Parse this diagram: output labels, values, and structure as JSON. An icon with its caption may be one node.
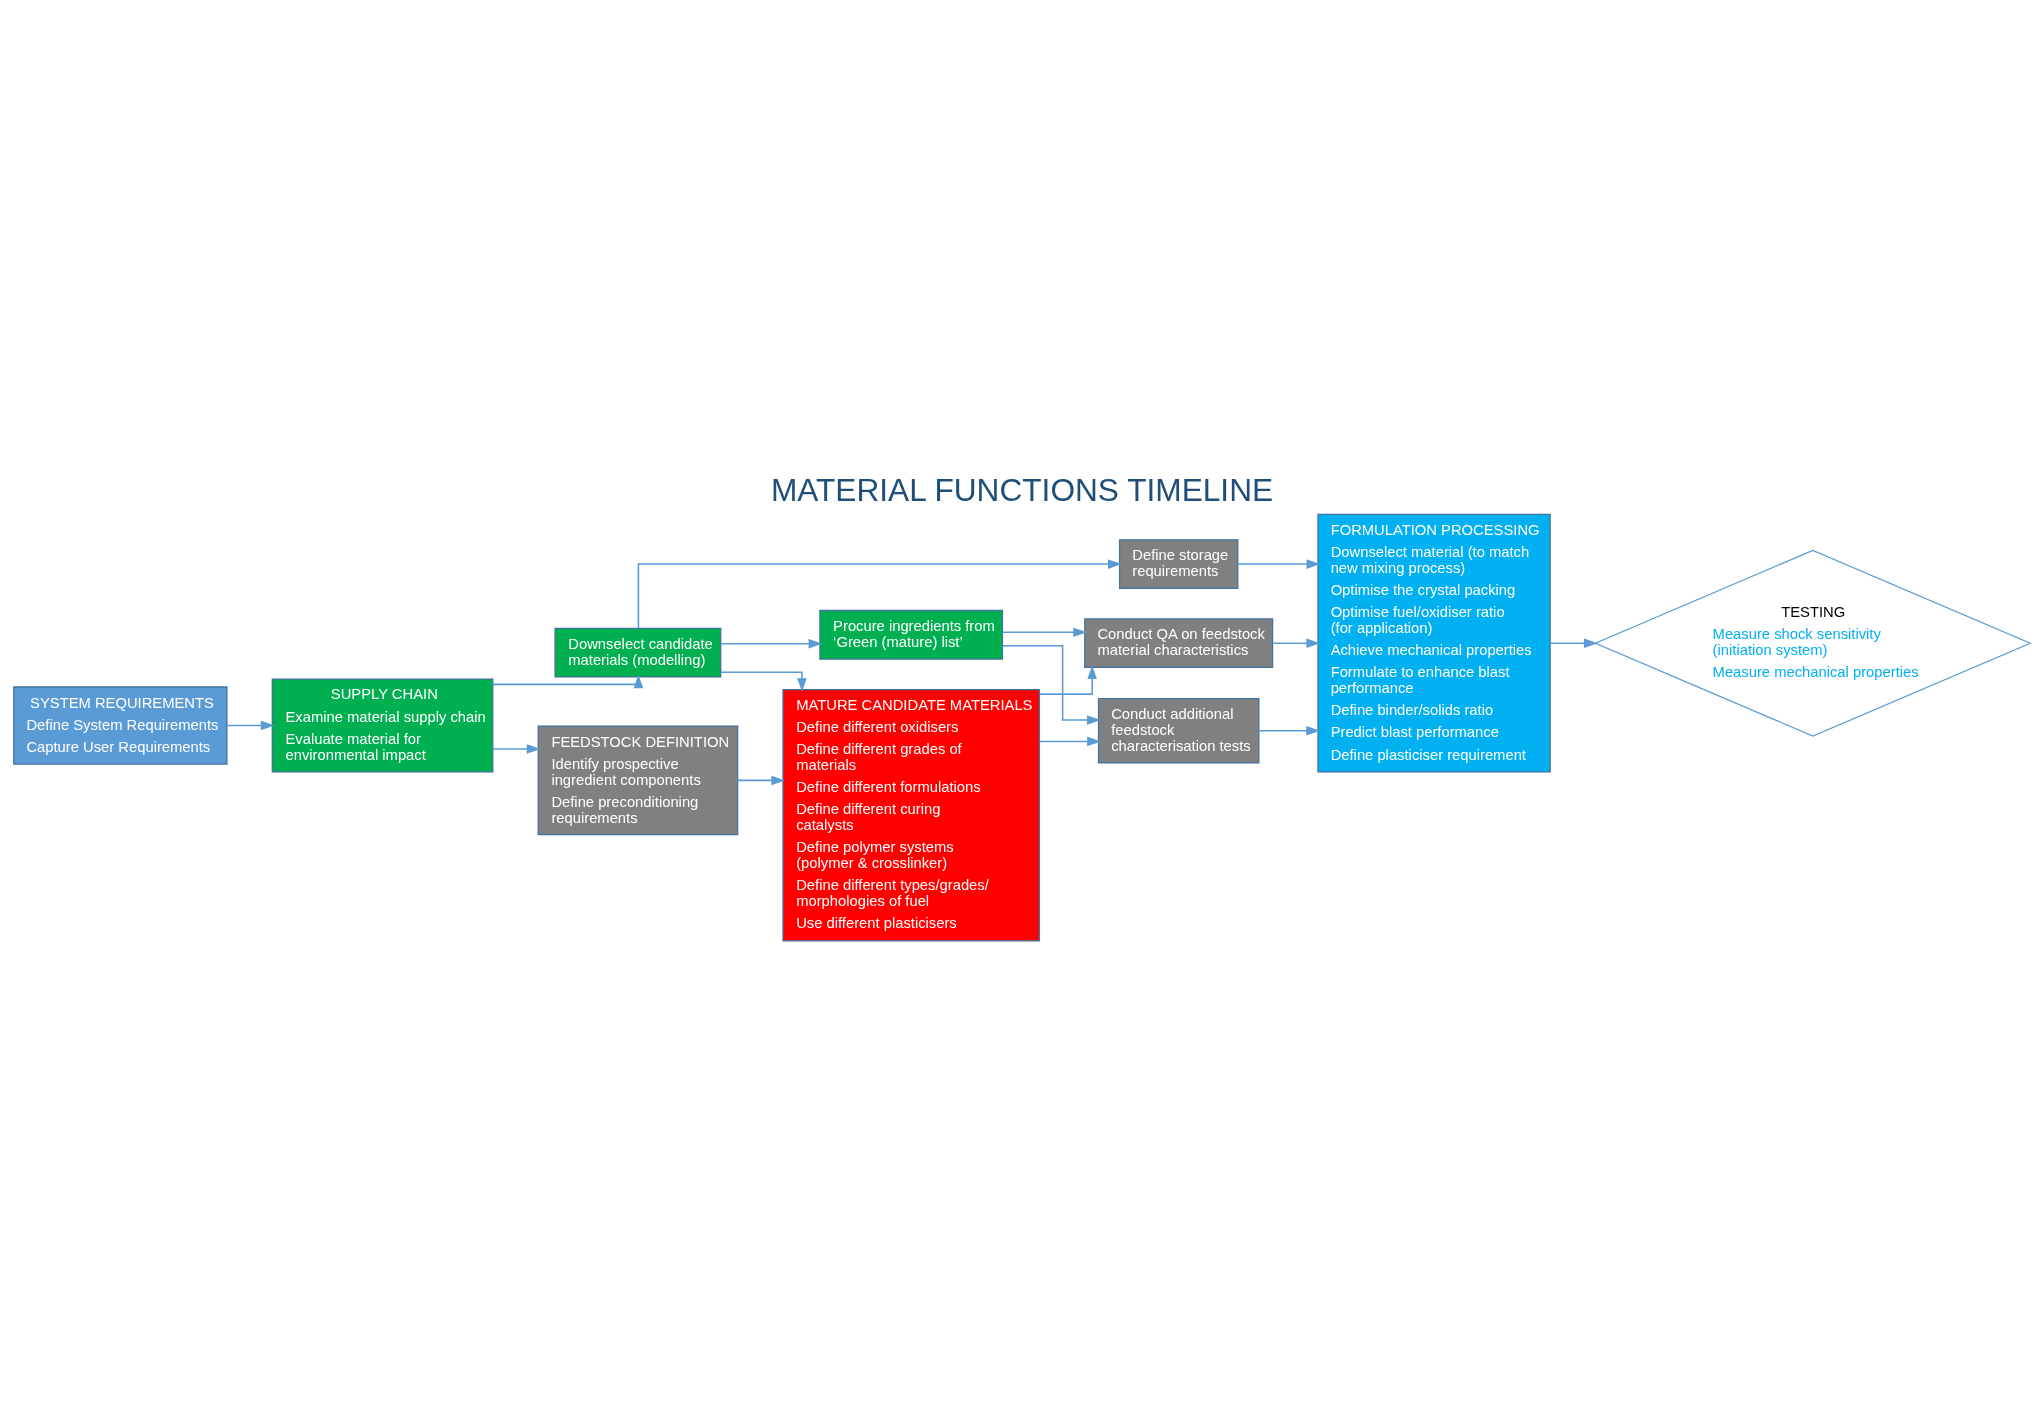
{
  "diagram": {
    "title": "MATERIAL FUNCTIONS TIMELINE",
    "nodes": [
      {
        "text": [
          "SYSTEM REQUIREMENTS",
          "Define System Requirements",
          "Capture User Requirements"
        ]
      },
      {
        "text": [
          "SUPPLY CHAIN",
          "Examine material supply chain",
          "Evaluate material for environmental impact"
        ]
      },
      {
        "text": [
          "FEEDSTOCK DEFINITION",
          "Identify prospective ingredient components",
          "Define preconditioning requirements"
        ]
      },
      {
        "text": [
          "Downselect candidate materials (modelling)"
        ]
      },
      {
        "text": [
          "MATURE CANDIDATE MATERIALS",
          "Define different oxidisers",
          "Define different grades of materials",
          "Define different formulations",
          "Define different curing catalysts",
          "Define polymer systems (polymer & crosslinker)",
          "Define different types/grades/ morphologies of fuel",
          "Use different plasticisers"
        ]
      },
      {
        "text": [
          "Define storage requirements"
        ]
      },
      {
        "text": [
          "Procure ingredients from ‘Green (mature) list’"
        ]
      },
      {
        "text": [
          "Conduct QA on feedstock material characteristics"
        ]
      },
      {
        "text": [
          "Conduct additional feedstock characterisation tests"
        ]
      },
      {
        "text": [
          "FORMULATION PROCESSING",
          "Downselect material (to match new mixing process)",
          "Optimise the crystal packing",
          "Optimise fuel/oxidiser ratio (for application)",
          "Achieve mechanical properties",
          "Formulate to enhance blast performance",
          "Define binder/solids ratio",
          "Predict blast performance",
          "Define plasticiser requirement"
        ]
      },
      {
        "text": [
          "TESTING",
          "Measure shock sensitivity (initiation system)",
          "Measure mechanical properties"
        ]
      }
    ],
    "edges": [
      {
        "from": 0,
        "to": 1,
        "arrow": "to"
      },
      {
        "from": 1,
        "to": 2,
        "arrow": "to"
      },
      {
        "from": 1,
        "to": 3,
        "arrow": "to"
      },
      {
        "from": 2,
        "to": 4,
        "arrow": "to"
      },
      {
        "from": 3,
        "to": 4,
        "arrow": "to"
      },
      {
        "from": 3,
        "to": 5,
        "arrow": "to"
      },
      {
        "from": 3,
        "to": 6,
        "arrow": "to"
      },
      {
        "from": 6,
        "to": 7,
        "arrow": "to"
      },
      {
        "from": 6,
        "to": 8,
        "arrow": "to"
      },
      {
        "from": 4,
        "to": 7,
        "arrow": "to"
      },
      {
        "from": 4,
        "to": 8,
        "arrow": "to"
      },
      {
        "from": 5,
        "to": 9,
        "arrow": "to"
      },
      {
        "from": 7,
        "to": 9,
        "arrow": "to"
      },
      {
        "from": 8,
        "to": 9,
        "arrow": "to"
      },
      {
        "from": 9,
        "to": 10,
        "arrow": "to"
      }
    ]
  }
}
